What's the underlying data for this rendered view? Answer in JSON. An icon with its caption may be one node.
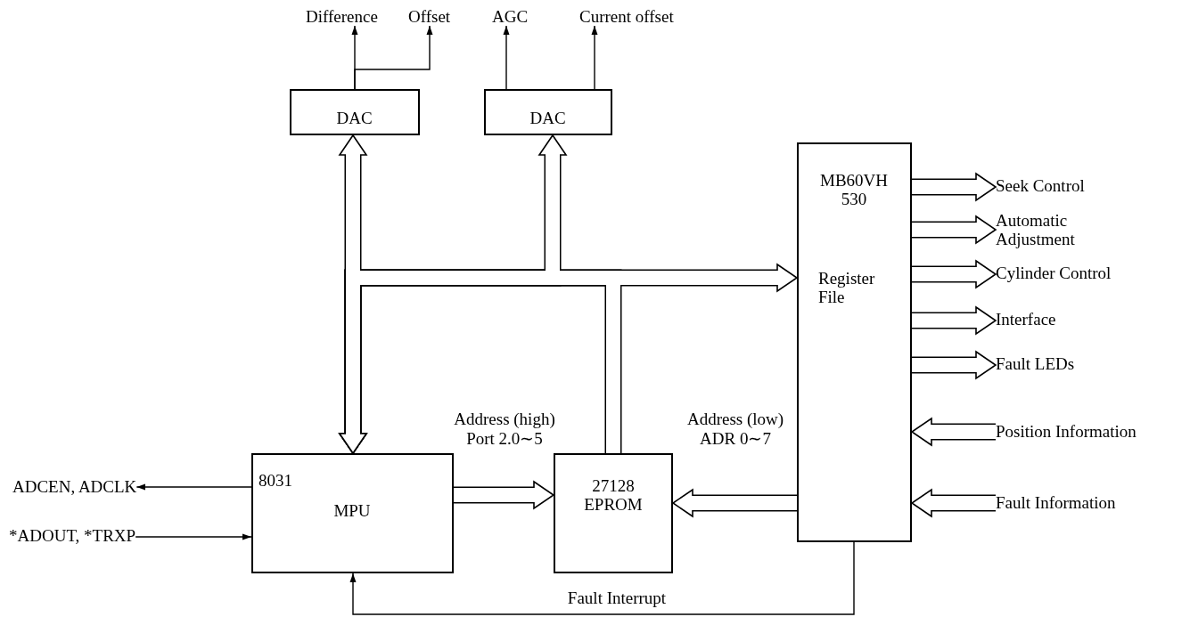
{
  "diagram": {
    "nodes": [
      {
        "text": [
          "DAC"
        ]
      },
      {
        "text": [
          "DAC"
        ]
      },
      {
        "text": [
          "MB60VH 530",
          "Register File"
        ]
      },
      {
        "text": [
          "8031",
          "MPU"
        ]
      },
      {
        "text": [
          "27128 EPROM"
        ]
      },
      {
        "text": [
          "Difference"
        ]
      },
      {
        "text": [
          "Offset"
        ]
      },
      {
        "text": [
          "AGC"
        ]
      },
      {
        "text": [
          "Current offset"
        ]
      },
      {
        "text": [
          "Seek Control"
        ]
      },
      {
        "text": [
          "Automatic Adjustment"
        ]
      },
      {
        "text": [
          "Cylinder Control"
        ]
      },
      {
        "text": [
          "Interface"
        ]
      },
      {
        "text": [
          "Fault LEDs"
        ]
      },
      {
        "text": [
          "Position Information"
        ]
      },
      {
        "text": [
          "Fault Information"
        ]
      },
      {
        "text": [
          "ADCEN, ADCLK"
        ]
      },
      {
        "text": [
          "*ADOUT, *TRXP"
        ]
      }
    ],
    "edges": [
      {
        "from": 0,
        "to": 5,
        "arrow": "to"
      },
      {
        "from": 0,
        "to": 6,
        "arrow": "to"
      },
      {
        "from": 1,
        "to": 7,
        "arrow": "to"
      },
      {
        "from": 1,
        "to": 8,
        "arrow": "to"
      },
      {
        "from": 3,
        "to": 0,
        "arrow": "both"
      },
      {
        "from": 3,
        "to": 1,
        "arrow": "both"
      },
      {
        "from": 3,
        "to": 2,
        "arrow": "both"
      },
      {
        "from": 4,
        "to": 3,
        "arrow": "to"
      },
      {
        "from": 3,
        "to": 4,
        "arrow": "to",
        "label": "Address (high) Port 2.0∼5"
      },
      {
        "from": 2,
        "to": 4,
        "arrow": "to",
        "label": "Address (low) ADR 0∼7"
      },
      {
        "from": 2,
        "to": 9,
        "arrow": "to"
      },
      {
        "from": 2,
        "to": 10,
        "arrow": "to"
      },
      {
        "from": 2,
        "to": 11,
        "arrow": "to"
      },
      {
        "from": 2,
        "to": 12,
        "arrow": "to"
      },
      {
        "from": 2,
        "to": 13,
        "arrow": "to"
      },
      {
        "from": 14,
        "to": 2,
        "arrow": "to"
      },
      {
        "from": 15,
        "to": 2,
        "arrow": "to"
      },
      {
        "from": 3,
        "to": 16,
        "arrow": "to"
      },
      {
        "from": 17,
        "to": 3,
        "arrow": "to"
      },
      {
        "from": 2,
        "to": 3,
        "arrow": "to",
        "label": "Fault Interrupt"
      }
    ]
  }
}
